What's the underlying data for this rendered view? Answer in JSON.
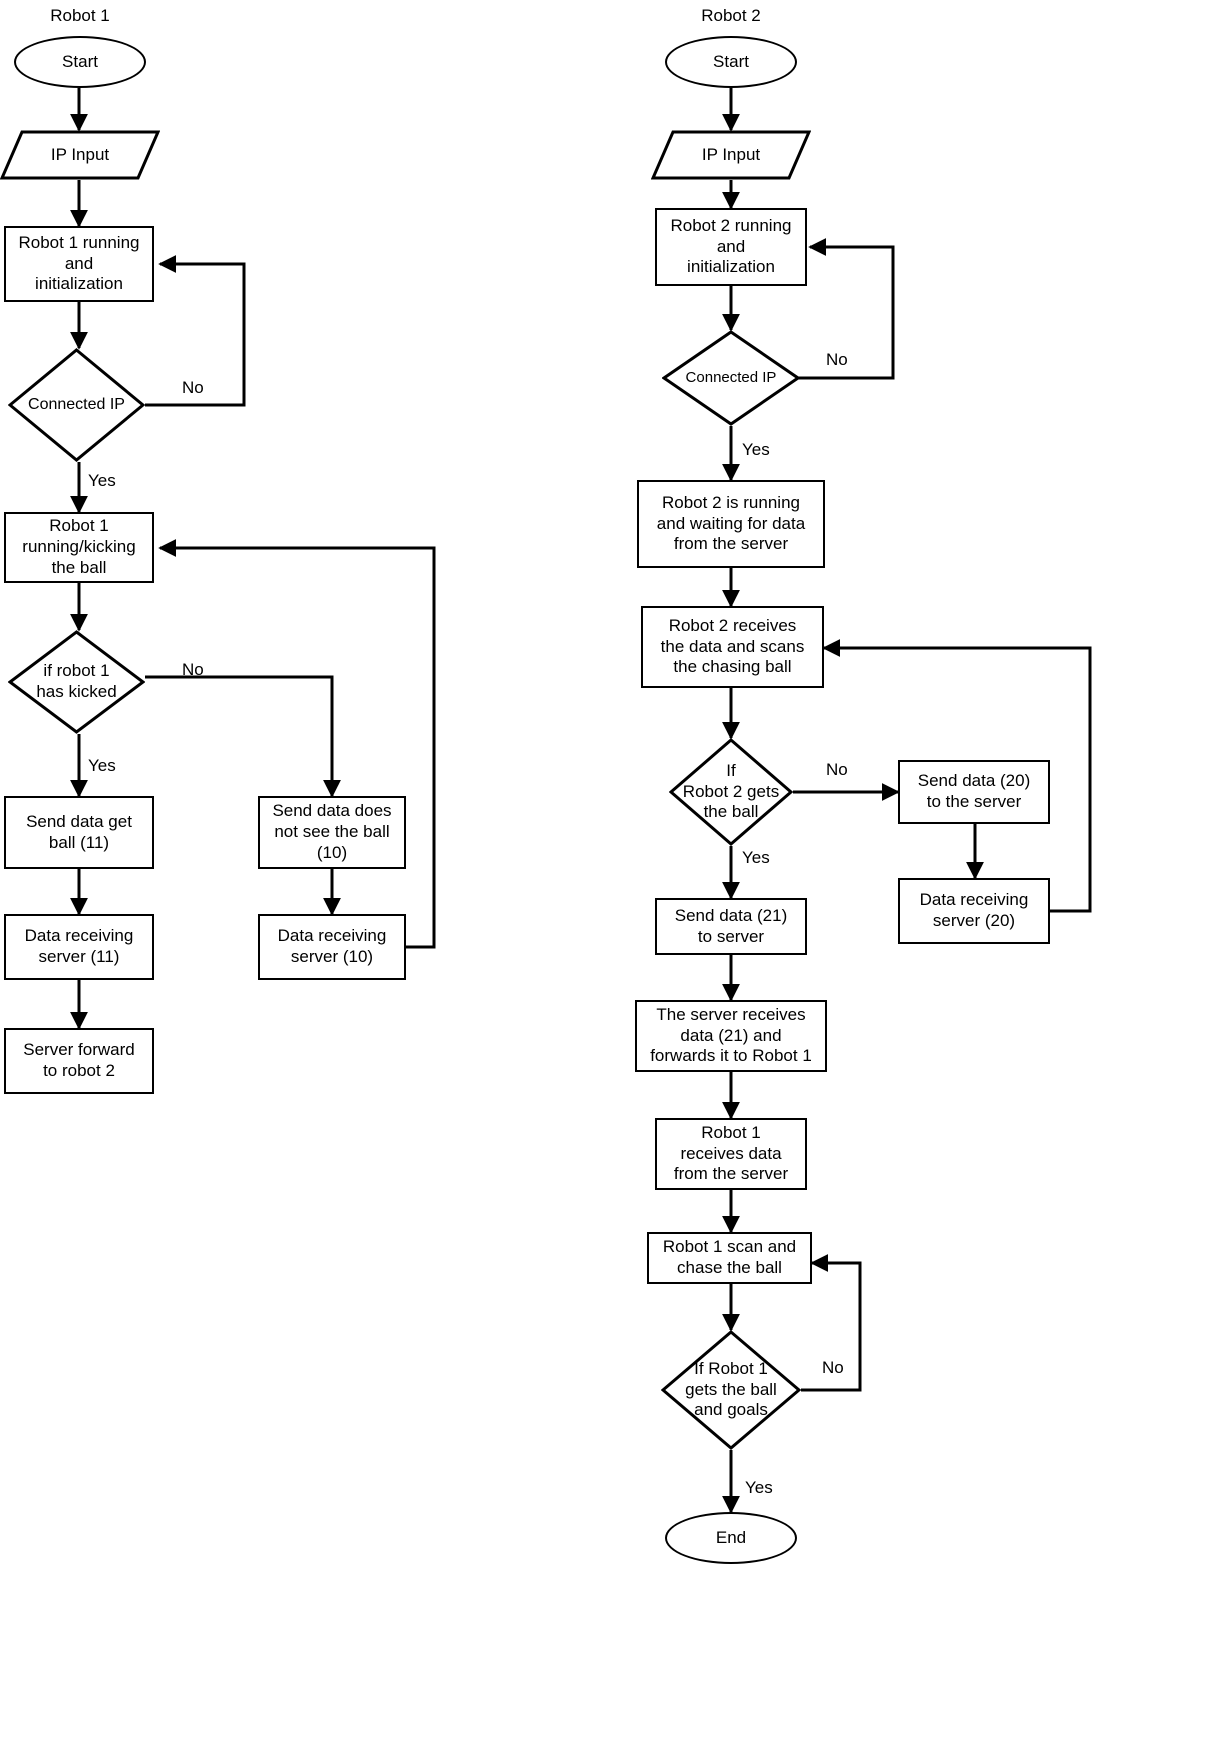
{
  "diagram": {
    "title_left": "Robot 1",
    "title_right": "Robot 2",
    "colors": {
      "stroke": "#000000",
      "fill": "#ffffff",
      "text": "#000000"
    }
  },
  "robot1": {
    "start": "Start",
    "ip_input": "IP Input",
    "init": "Robot 1 running\nand\ninitialization",
    "connected_ip": "Connected IP",
    "kicking": "Robot 1\nrunning/kicking\nthe ball",
    "has_kicked": "if robot 1\nhas kicked",
    "send_get_ball": "Send data get\nball (11)",
    "send_no_ball": "Send data does\nnot see the ball\n(10)",
    "recv_11": "Data receiving\nserver (11)",
    "recv_10": "Data receiving\nserver (10)",
    "forward": "Server forward\nto robot 2",
    "labels": {
      "connected_no": "No",
      "connected_yes": "Yes",
      "kicked_no": "No",
      "kicked_yes": "Yes"
    }
  },
  "robot2": {
    "start": "Start",
    "ip_input": "IP Input",
    "init": "Robot 2 running\nand\ninitialization",
    "connected_ip": "Connected IP",
    "waiting": "Robot 2 is running\nand waiting for data\nfrom the server",
    "receives_scans": "Robot 2 receives\nthe data and scans\nthe chasing ball",
    "gets_ball": "If\nRobot 2 gets\nthe ball",
    "send_20": "Send data (20)\nto the server",
    "recv_20": "Data receiving\nserver (20)",
    "send_21": "Send data (21)\nto server",
    "server_forwards": "The server receives\ndata (21) and\nforwards it to Robot 1",
    "robot1_receives": "Robot 1\nreceives data\nfrom the server",
    "robot1_scan": "Robot 1 scan and\nchase the ball",
    "robot1_goals": "If Robot 1\ngets the ball\nand goals",
    "end": "End",
    "labels": {
      "connected_no": "No",
      "connected_yes": "Yes",
      "gets_ball_no": "No",
      "gets_ball_yes": "Yes",
      "goals_no": "No",
      "goals_yes": "Yes"
    }
  }
}
